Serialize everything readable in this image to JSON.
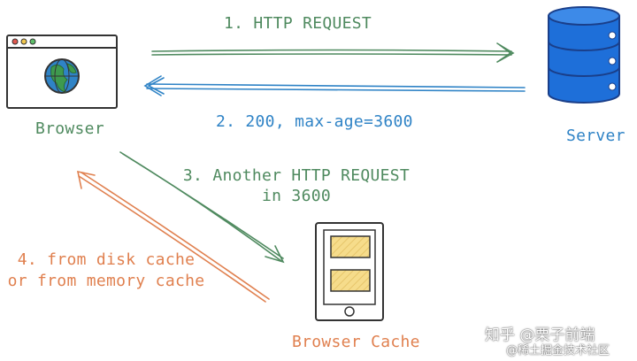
{
  "nodes": {
    "browser": {
      "label": "Browser"
    },
    "server": {
      "label": "Server"
    },
    "cache": {
      "label": "Browser Cache"
    }
  },
  "edges": {
    "request": {
      "label": "1. HTTP REQUEST"
    },
    "response": {
      "label": "2. 200, max-age=3600"
    },
    "another_request": {
      "line1": "3. Another HTTP REQUEST",
      "line2": "in 3600"
    },
    "from_cache": {
      "line1": "4. from disk cache",
      "line2": "or from memory cache"
    }
  },
  "watermark": {
    "line1": "知乎 @栗子前端",
    "line2": "@稀土掘金技术社区"
  },
  "colors": {
    "green": "#4f8a5f",
    "blue": "#2f83c6",
    "orange": "#e0804f",
    "server_blue": "#1e6fd9",
    "dark": "#333333",
    "yellow_fill": "#f6dc8b"
  }
}
